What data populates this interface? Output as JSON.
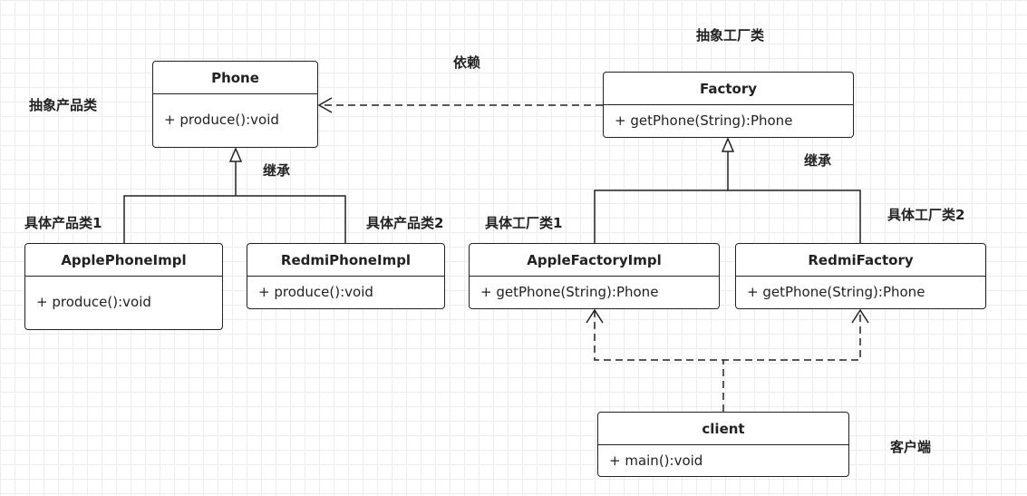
{
  "classes": {
    "phone": {
      "name": "Phone",
      "method": "+ produce():void"
    },
    "factory": {
      "name": "Factory",
      "method": "+ getPhone(String):Phone"
    },
    "apple_phone_impl": {
      "name": "ApplePhoneImpl",
      "method": "+ produce():void"
    },
    "redmi_phone_impl": {
      "name": "RedmiPhoneImpl",
      "method": "+ produce():void"
    },
    "apple_factory_impl": {
      "name": "AppleFactoryImpl",
      "method": "+ getPhone(String):Phone"
    },
    "redmi_factory": {
      "name": "RedmiFactory",
      "method": "+ getPhone(String):Phone"
    },
    "client": {
      "name": "client",
      "method": "+ main():void"
    }
  },
  "labels": {
    "abstract_factory": "抽象工厂类",
    "dependency": "依赖",
    "abstract_product": "抽象产品类",
    "inherit_product": "继承",
    "inherit_factory": "继承",
    "concrete_product_1": "具体产品类1",
    "concrete_product_2": "具体产品类2",
    "concrete_factory_1": "具体工厂类1",
    "concrete_factory_2": "具体工厂类2",
    "client_side": "客户端"
  },
  "colors": {
    "line": "#222222",
    "grid": "#ececec",
    "box_fill": "#ffffff"
  }
}
